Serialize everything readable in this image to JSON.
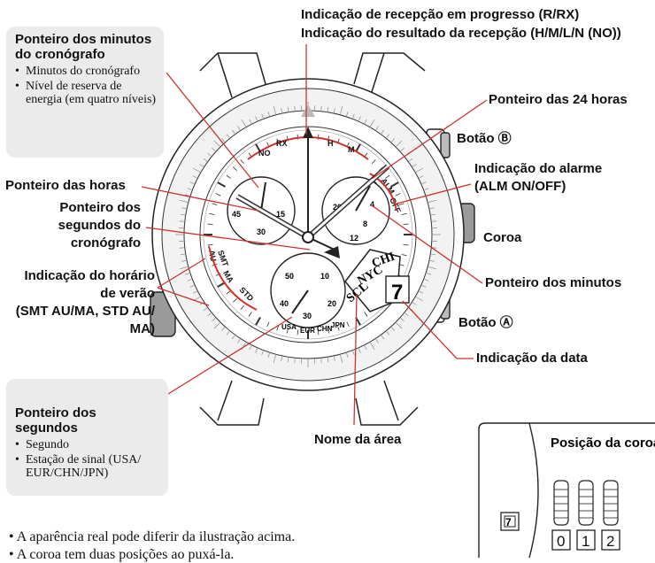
{
  "left_boxes": {
    "minutes": {
      "title": "Ponteiro dos minutos do cronógrafo",
      "items": [
        "Minutos do cronógrafo",
        "Nível de reserva de energia (em quatro níveis)"
      ]
    },
    "seconds": {
      "title": "Ponteiro dos segundos",
      "items": [
        "Segundo",
        "Estação de sinal (USA/ EUR/CHN/JPN)"
      ]
    }
  },
  "labels": {
    "reception_progress": "Indicação de recepção em progresso (R/RX)",
    "reception_result": "Indicação do resultado da recepção (H/M/L/N (NO))",
    "hand_24h": "Ponteiro das 24 horas",
    "button_b": "Botão Ⓑ",
    "alarm_1": "Indicação do alarme",
    "alarm_2": "(ALM ON/OFF)",
    "crown": "Coroa",
    "minute_hand": "Ponteiro dos minutos",
    "button_a": "Botão Ⓐ",
    "date": "Indicação da data",
    "area_name": "Nome da área",
    "hour_hand": "Ponteiro das horas",
    "chrono_sec_1": "Ponteiro dos",
    "chrono_sec_2": "segundos do",
    "chrono_sec_3": "cronógrafo",
    "dst_1": "Indicação do horário",
    "dst_2": "de verão",
    "dst_3": "(SMT AU/MA, STD AU/",
    "dst_4": "MA)"
  },
  "notes": [
    "• A aparência real pode diferir da ilustração acima.",
    "• A coroa tem duas posições ao puxá-la."
  ],
  "crown_position": {
    "title": "Posição da coroa",
    "date_digit": "7",
    "positions": [
      "0",
      "1",
      "2"
    ]
  },
  "dial": {
    "reception_marks": [
      "NO",
      "RX",
      "H",
      "M"
    ],
    "alarm_marks": [
      "ON",
      "ALM",
      "OFF"
    ],
    "dst_marks": [
      "SMT",
      "AU",
      "MA",
      "STD"
    ],
    "subdial_left": [
      "45",
      "15",
      "30"
    ],
    "subdial_right": [
      "20",
      "4",
      "8",
      "12"
    ],
    "subdial_bottom": [
      "50",
      "10",
      "40",
      "20",
      "30"
    ],
    "stations": [
      "USA",
      "EUR",
      "CHN",
      "JPN"
    ],
    "cities": [
      "CHI",
      "NYC",
      "SCL"
    ],
    "date": "7"
  }
}
